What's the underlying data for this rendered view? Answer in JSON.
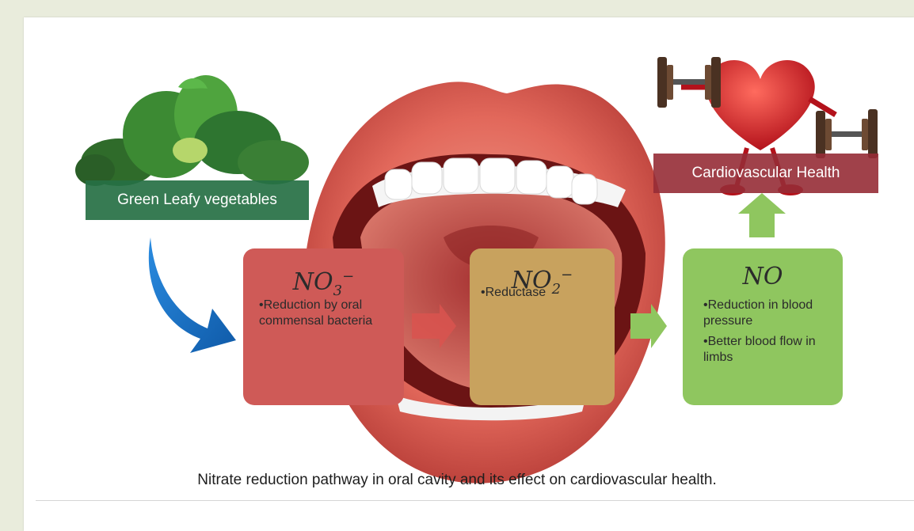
{
  "diagram": {
    "labels": {
      "vegetables": "Green Leafy vegetables",
      "cardio": "Cardiovascular Health"
    },
    "boxes": [
      {
        "species": "NO",
        "sub": "3",
        "sup": "−",
        "bullets": [
          "Reduction by oral commensal bacteria"
        ]
      },
      {
        "species": "NO",
        "sub": "2",
        "sup": "−",
        "bullets": [
          "Reductase"
        ]
      },
      {
        "species": "NO",
        "sub": "",
        "sup": "",
        "bullets": [
          "Reduction in blood pressure",
          "Better blood flow in limbs"
        ]
      }
    ],
    "caption": "Nitrate reduction pathway in oral cavity and its effect on cardiovascular health."
  },
  "colors": {
    "nitrate_box": "#cf5a57",
    "nitrite_box": "#c8a25e",
    "no_box": "#8fc65f",
    "veg_label": "#266f44",
    "cardio_label": "#962c36",
    "blue_arrow": "#1b6fc4",
    "green_arrow": "#8fc65f"
  },
  "icons": [
    "leafy-vegetables-illustration",
    "open-mouth-illustration",
    "heart-with-dumbbells-illustration"
  ]
}
